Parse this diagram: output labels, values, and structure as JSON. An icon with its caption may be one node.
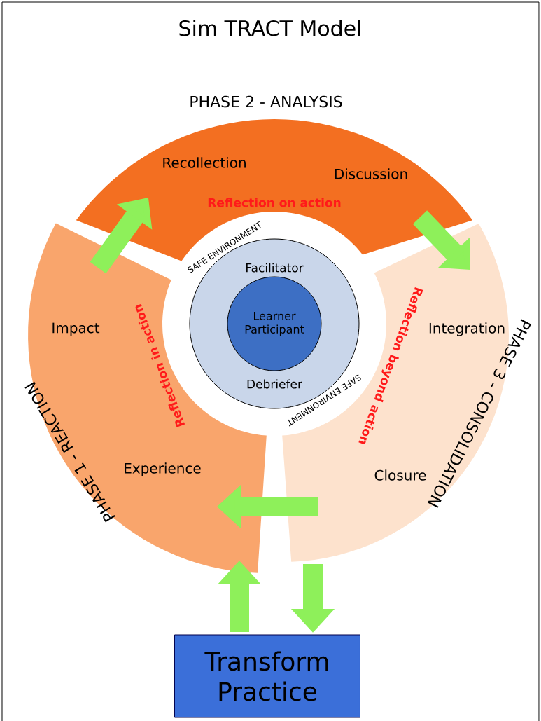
{
  "diagram": {
    "title": "Sim TRACT Model",
    "nodes": [
      {
        "text": [
          "PHASE 2 - ANALYSIS",
          "Recollection",
          "Discussion",
          "Reflection on action"
        ]
      },
      {
        "text": [
          "PHASE 3 - CONSOLIDATION",
          "Integration",
          "Closure",
          "Reflection beyond action"
        ]
      },
      {
        "text": [
          "PHASE 1 - REACTION",
          "Impact",
          "Experience",
          "Reflection in action"
        ]
      },
      {
        "text": [
          "SAFE ENVIRONMENT",
          "SAFE ENVIRONMENT"
        ]
      },
      {
        "text": [
          "Facilitator",
          "Debriefer"
        ],
        "in": 3
      },
      {
        "text": [
          "Learner Participant"
        ],
        "in": 4
      },
      {
        "text": [
          "Transform Practice"
        ]
      }
    ],
    "edges": [
      {
        "from": 2,
        "to": 0,
        "arrow": "to"
      },
      {
        "from": 0,
        "to": 1,
        "arrow": "to"
      },
      {
        "from": 1,
        "to": 2,
        "arrow": "to"
      },
      {
        "from": 6,
        "to": 2,
        "arrow": "to"
      },
      {
        "from": 1,
        "to": 6,
        "arrow": "to"
      }
    ]
  }
}
